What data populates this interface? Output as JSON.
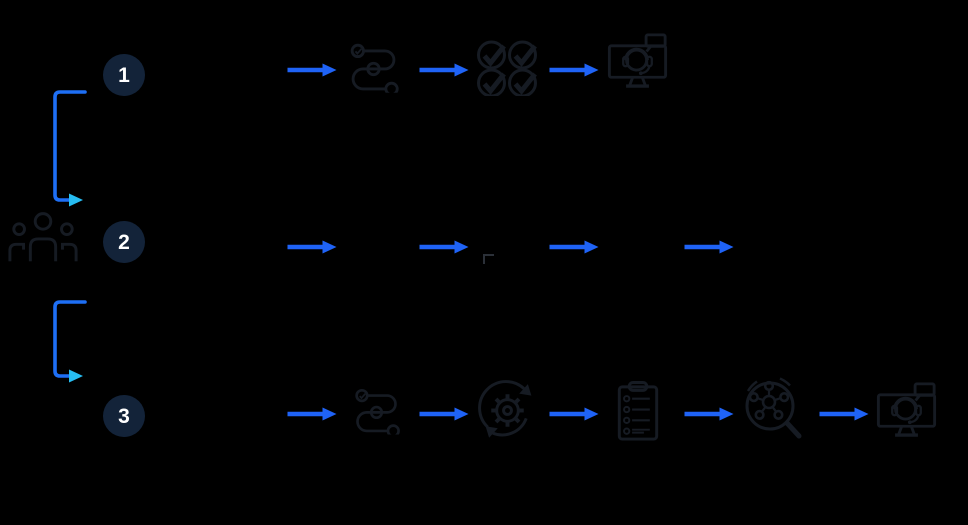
{
  "colors": {
    "background": "#000000",
    "icon_stroke": "#161b23",
    "circle_fill": "#132339",
    "circle_text": "#ffffff",
    "arrow_blue": "#1f63f6",
    "connector_blue": "#1e6ff5",
    "connector_cyan": "#27bdf2",
    "mark_gray": "#2b3038"
  },
  "actor": {
    "icon": "team-people-icon"
  },
  "steps": [
    {
      "number": "1",
      "icons": [
        "journey-route-icon",
        "checkmarks-grid-icon",
        "support-monitor-icon"
      ],
      "arrow_count": 3
    },
    {
      "number": "2",
      "icons": [
        "corner-mark"
      ],
      "arrow_count": 4
    },
    {
      "number": "3",
      "icons": [
        "journey-route-icon",
        "gear-cycle-icon",
        "clipboard-checklist-icon",
        "network-magnifier-icon",
        "support-monitor-icon"
      ],
      "arrow_count": 5
    }
  ]
}
